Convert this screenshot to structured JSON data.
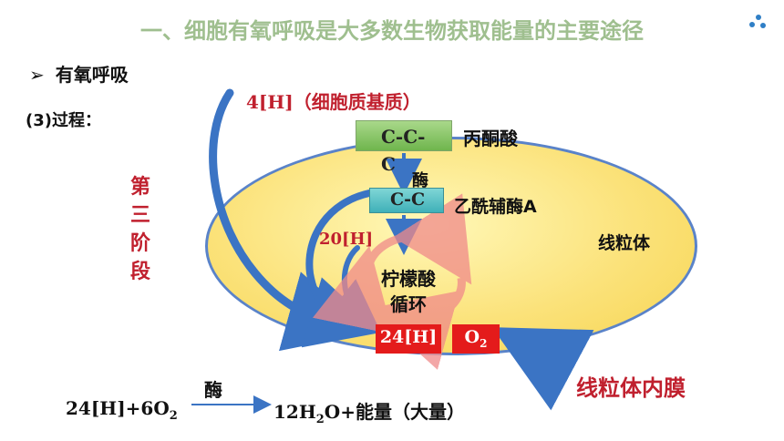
{
  "title": "一、细胞有氧呼吸是大多数生物获取能量的主要途径",
  "bullet": {
    "marker": "➢",
    "label": "有氧呼吸"
  },
  "step_label": "(3)过程：",
  "stage_label": "第三阶段",
  "diagram": {
    "hydrogen_cytoplasm": "4[H]（细胞质基质）",
    "pyruvate_formula": "C-C-",
    "pyruvate_formula_tail": "C",
    "pyruvate_name": "丙酮酸",
    "enzyme_label": "酶",
    "acetyl_formula": "C-C",
    "acetyl_name": "乙酰辅酶A",
    "mitochondrion_label": "线粒体",
    "hydrogen_matrix": "20[H]",
    "cycle_line1": "柠檬酸",
    "cycle_line2": "循环",
    "hydrogen_total": "24[H]",
    "oxygen_base": "O",
    "oxygen_sub": "2",
    "inner_membrane_label": "线粒体内膜"
  },
  "equation": {
    "left_main": "24[H]+6O",
    "left_sub": "2",
    "enzyme": "酶",
    "right_main": "12H",
    "right_sub": "2",
    "right_tail": "O+能量（大量）"
  },
  "colors": {
    "title": "#9fbf8f",
    "highlight_red": "#c0202e",
    "arrow_blue": "#3b74c4",
    "cycle_pink": "#f08a8a",
    "membrane_yellow": "#f6d44f"
  },
  "icons": [
    "dots-menu-icon",
    "bullet-arrow-icon"
  ]
}
